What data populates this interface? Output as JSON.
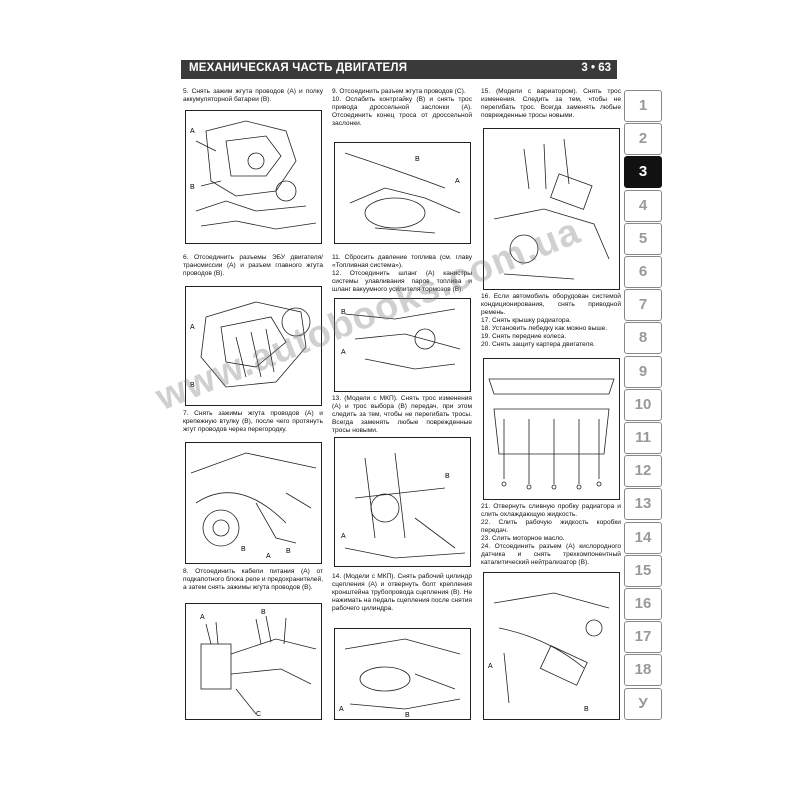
{
  "header": {
    "title": "МЕХАНИЧЕСКАЯ ЧАСТЬ ДВИГАТЕЛЯ",
    "chapter_mark": "3",
    "page": "• 63"
  },
  "col1": [
    {
      "text": "5. Снять зажим жгута проводов (А) и полку аккумуляторной батареи (В).",
      "labels": [
        "A",
        "B"
      ]
    },
    {
      "text": "6. Отсоединить разъемы ЭБУ двигателя/трансмиссии (А) и разъем главного жгута проводов (В).",
      "labels": [
        "A",
        "B"
      ]
    },
    {
      "text": "7. Снять зажимы жгута проводов (А) и крепежную втулку (В), после чего протянуть жгут проводов через перегородку.",
      "labels": [
        "A",
        "B",
        "B"
      ]
    },
    {
      "text": "8. Отсоединить кабели питания (А) от подкапотного блока реле и предохранителей, а затем снять зажимы жгута проводов (В).",
      "labels": [
        "A",
        "B",
        "C"
      ]
    }
  ],
  "col2": [
    {
      "text": "9. Отсоединить разъем жгута проводов (С).\n10. Ослабить контргайку (В) и снять трос привода дроссельной заслонки (А). Отсоединить конец троса от дроссельной заслонки.",
      "labels": [
        "B",
        "A"
      ]
    },
    {
      "text": "11. Сбросить давление топлива (см. главу «Топливная система»).\n12. Отсоединить шланг (А) канистры системы улавливания паров топлива и шланг вакуумного усилителя тормозов (В).",
      "labels": [
        "B",
        "A"
      ]
    },
    {
      "text": "13. (Модели с МКП). Снять трос изменения (А) и трос выбора (В) передач, при этом следить за тем, чтобы не перегибать тросы. Всегда заменять любые поврежденные тросы новыми.",
      "labels": [
        "B",
        "A"
      ]
    },
    {
      "text": "14. (Модели с МКП). Снять рабочий цилиндр сцепления (А) и отвернуть болт крепления кронштейна трубопровода сцепления (В). Не нажимать на педаль сцепления после снятия рабочего цилиндра.",
      "labels": [
        "A",
        "B"
      ]
    }
  ],
  "col3": [
    {
      "text": "15. (Модели с вариатором). Снять трос изменения. Следить за тем, чтобы не перегибать трос. Всегда заменять любые поврежденные тросы новыми.",
      "labels": []
    },
    {
      "text": "16. Если автомобиль оборудован системой кондиционирования, снять приводной ремень.\n17. Снять крышку радиатора.\n18. Установить лебедку как можно выше.\n19. Снять передние колеса.\n20. Снять защиту картера двигателя.",
      "labels": []
    },
    {
      "text": "21. Отвернуть сливную пробку радиатора и слить охлаждающую жидкость.\n22. Слить рабочую жидкость коробки передач.\n23. Слить моторное масло.\n24. Отсоединить разъем (А) кислородного датчика и снять трехкомпонентный каталитический нейтрализатор (В).",
      "labels": [
        "A",
        "B"
      ]
    }
  ],
  "tabs": [
    "1",
    "2",
    "3",
    "4",
    "5",
    "6",
    "7",
    "8",
    "9",
    "10",
    "11",
    "12",
    "13",
    "14",
    "15",
    "16",
    "17",
    "18",
    "У"
  ],
  "active_tab": "3",
  "watermark": "www.autobooks.com.ua"
}
